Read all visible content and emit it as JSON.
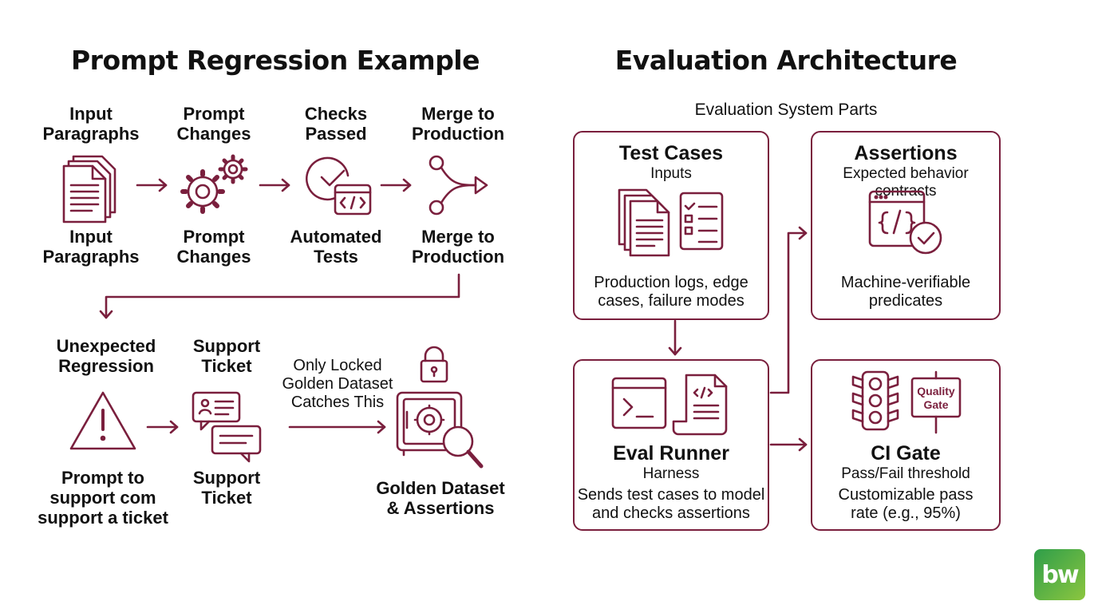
{
  "left": {
    "title": "Prompt Regression Example",
    "row1_top": [
      "Input\nParagraphs",
      "Prompt\nChanges",
      "Checks\nPassed",
      "Merge to\nProduction"
    ],
    "row1_bottom": [
      "Input\nParagraphs",
      "Prompt\nChanges",
      "Automated\nTests",
      "Merge to\nProduction"
    ],
    "row2_top": [
      "Unexpected\nRegression",
      "Support\nTicket"
    ],
    "row2_bottom": [
      "Prompt to\nsupport com\nsupport a ticket",
      "Support\nTicket"
    ],
    "catch_note": "Only Locked\nGolden Dataset\nCatches This",
    "golden_label": "Golden Dataset\n& Assertions"
  },
  "right": {
    "title": "Evaluation Architecture",
    "subtitle": "Evaluation System Parts",
    "test_cases": {
      "title": "Test Cases",
      "subtitle": "Inputs",
      "description": "Production logs, edge\ncases, failure modes"
    },
    "assertions": {
      "title": "Assertions",
      "subtitle": "Expected behavior contracts",
      "description": "Machine-verifiable\npredicates"
    },
    "eval_runner": {
      "title": "Eval Runner",
      "subtitle": "Harness",
      "description": "Sends test cases to model\nand checks assertions"
    },
    "ci_gate": {
      "title": "CI Gate",
      "subtitle": "Pass/Fail threshold",
      "description": "Customizable pass\nrate (e.g., 95%)",
      "sign_text": "Quality\nGate"
    }
  },
  "brand": {
    "logo_text": "bw",
    "accent_color": "#7a1f3d"
  }
}
